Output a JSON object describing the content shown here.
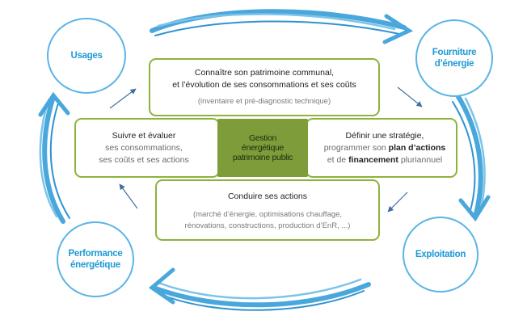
{
  "colors": {
    "circle_border": "#5bb4e5",
    "circle_text": "#1e9ad6",
    "box_border": "#8db33c",
    "center_fill": "#7e9c3a",
    "small_arrow": "#3f6fa3",
    "brush_arrow": "#4aa7dc"
  },
  "cycle": {
    "usages": "Usages",
    "fourniture": "Fourniture\nd’énergie",
    "exploitation": "Exploitation",
    "performance": "Performance\nénergétique"
  },
  "center": {
    "label": "Gestion\nénergétique\npatrimoine public"
  },
  "boxes": {
    "top": {
      "line1": "Connaître son patrimoine communal,",
      "line2": "et l’évolution de ses consommations et ses coûts",
      "note": "(inventaire et pré-diagnostic technique)"
    },
    "left": {
      "line1": "Suivre et évaluer",
      "line2": "ses consommations,",
      "line3": "ses coûts et ses actions"
    },
    "right": {
      "line1": "Définir une stratégie,",
      "line2a": "programmer son ",
      "line2b": "plan d’actions",
      "line3a": "et de ",
      "line3b": "financement",
      "line3c": " pluriannuel"
    },
    "bottom": {
      "title": "Conduire ses actions",
      "note1": "(marché d’énergie, optimisations chauffage,",
      "note2": "rénovations, constructions, production d’EnR, ...)"
    }
  }
}
